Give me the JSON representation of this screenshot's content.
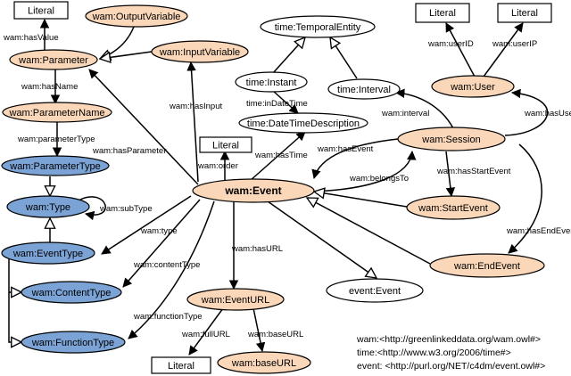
{
  "colors": {
    "orange_fill": "#FAD7B9",
    "blue_fill": "#7BA3D6",
    "white_fill": "#FFFFFF",
    "stroke": "#000000"
  },
  "nodes": {
    "literal_top": "Literal",
    "output_variable": "wam:OutputVariable",
    "input_variable": "wam:InputVariable",
    "parameter": "wam:Parameter",
    "parameter_name": "wam:ParameterName",
    "parameter_type": "wam:ParameterType",
    "type": "wam:Type",
    "event_type": "wam:EventType",
    "content_type": "wam:ContentType",
    "function_type": "wam:FunctionType",
    "temporal_entity": "time:TemporalEntity",
    "instant": "time:Instant",
    "interval": "time:Interval",
    "datetime_description": "time:DateTimeDescription",
    "literal_order": "Literal",
    "event": "wam:Event",
    "session": "wam:Session",
    "user": "wam:User",
    "literal_userid": "Literal",
    "literal_userip": "Literal",
    "start_event": "wam:StartEvent",
    "end_event": "wam:EndEvent",
    "event_event": "event:Event",
    "event_url": "wam:EventURL",
    "literal_url": "Literal",
    "base_url": "wam:baseURL"
  },
  "edges": {
    "has_value": "wam:hasValue",
    "has_name": "wam:hasName",
    "parameter_type": "wam:parameterType",
    "sub_type": "wam:subType",
    "has_parameter": "wam:hasParameter",
    "has_input": "wam:hasInput",
    "order": "wam:order",
    "has_time": "wam:hasTime",
    "in_date_time": "time:inDateTime",
    "interval": "wam:interval",
    "has_event": "wam:hasEvent",
    "belongs_to": "wam:belongsTo",
    "has_start_event": "wam:hasStartEvent",
    "has_user": "wam:hasUser",
    "user_id": "wam:userID",
    "user_ip": "wam:userIP",
    "has_end_event": "wam:hasEndEvent",
    "type": "wam:type",
    "content_type": "wam:contentType",
    "function_type": "wam:functionType",
    "has_url": "wam:hasURL",
    "full_url": "wam:fullURL",
    "base_url": "wam:baseURL"
  },
  "namespaces": [
    "wam:<http://greenlinkeddata.org/wam.owl#>",
    "time:<http://www.w3.org/2006/time#>",
    "event: <http://purl.org/NET/c4dm/event.owl#>"
  ]
}
